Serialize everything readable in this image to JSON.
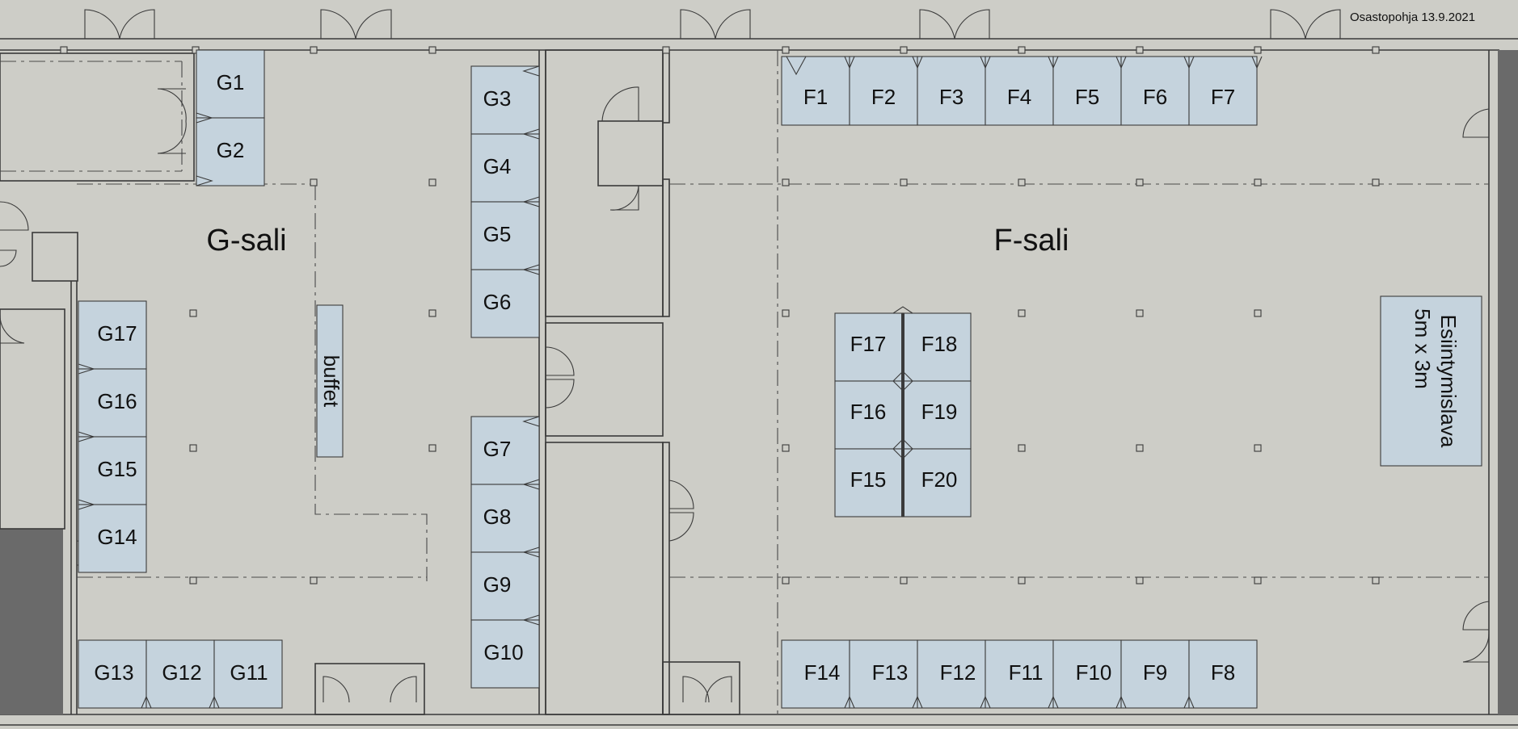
{
  "header": {
    "date_label": "Osastopohja 13.9.2021"
  },
  "halls": [
    {
      "id": "g-sali",
      "label": "G-sali"
    },
    {
      "id": "f-sali",
      "label": "F-sali"
    }
  ],
  "special": {
    "buffet": "buffet",
    "stage_line1": "Esiintymislava",
    "stage_line2": "5m x 3m"
  },
  "booths": {
    "G1": "G1",
    "G2": "G2",
    "G3": "G3",
    "G4": "G4",
    "G5": "G5",
    "G6": "G6",
    "G7": "G7",
    "G8": "G8",
    "G9": "G9",
    "G10": "G10",
    "G11": "G11",
    "G12": "G12",
    "G13": "G13",
    "G14": "G14",
    "G15": "G15",
    "G16": "G16",
    "G17": "G17",
    "F1": "F1",
    "F2": "F2",
    "F3": "F3",
    "F4": "F4",
    "F5": "F5",
    "F6": "F6",
    "F7": "F7",
    "F8": "F8",
    "F9": "F9",
    "F10": "F10",
    "F11": "F11",
    "F12": "F12",
    "F13": "F13",
    "F14": "F14",
    "F15": "F15",
    "F16": "F16",
    "F17": "F17",
    "F18": "F18",
    "F19": "F19",
    "F20": "F20"
  },
  "colors": {
    "floor": "#cdcdc7",
    "booth": "#c5d3dd",
    "wall": "#3a3a3a"
  }
}
